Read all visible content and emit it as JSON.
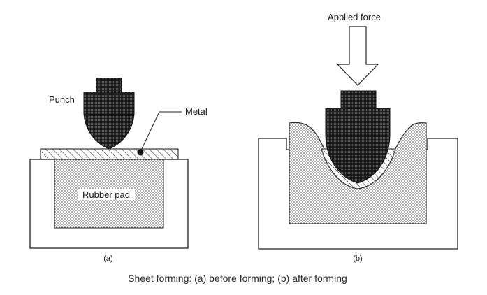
{
  "figure": {
    "caption": "Sheet forming: (a) before forming; (b) after forming",
    "panel_a": {
      "sublabel": "(a)",
      "labels": {
        "punch": "Punch",
        "metal": "Metal",
        "rubber_pad": "Rubber pad"
      }
    },
    "panel_b": {
      "sublabel": "(b)",
      "labels": {
        "applied_force": "Applied force"
      }
    }
  }
}
